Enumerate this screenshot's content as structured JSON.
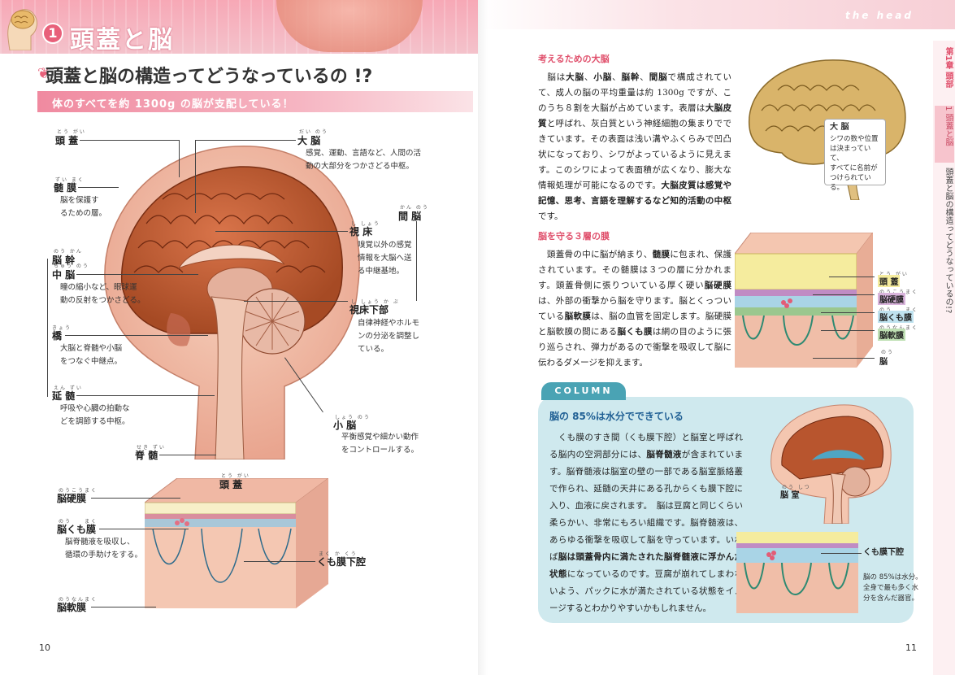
{
  "header": {
    "chapter_number": "1",
    "chapter_title": "頭蓋と脳",
    "tagline": "the head"
  },
  "left": {
    "question": "頭蓋と脳の構造ってどうなっているの !?",
    "subheading": "体のすべてを約 1300g の脳が支配している！",
    "labels": {
      "tougai": {
        "text": "頭 蓋",
        "ruby": "とう がい"
      },
      "daino": {
        "text": "大 脳",
        "ruby": "だい のう",
        "desc": [
          "感覚、運動、言語など、人間の活",
          "動の大部分をつかさどる中枢。"
        ]
      },
      "zuimaku": {
        "text": "髄 膜",
        "ruby": "ずい まく",
        "desc": [
          "脳を保護す",
          "るための層。"
        ]
      },
      "kanno": {
        "text": "間 脳",
        "ruby": "かん のう"
      },
      "shishou": {
        "text": "視 床",
        "ruby": "し しょう",
        "desc": [
          "嗅覚以外の感覚",
          "情報を大脳へ送",
          "る中継基地。"
        ]
      },
      "noukan": {
        "text": "脳 幹",
        "ruby": "のう かん"
      },
      "chuuno": {
        "text": "中 脳",
        "ruby": "ちゅう のう",
        "desc": [
          "瞳の縮小など、眼球運",
          "動の反射をつかさどる。"
        ]
      },
      "shishoukabu": {
        "text": "視床下部",
        "ruby": "し しょう か ぶ",
        "desc": [
          "自律神経やホルモ",
          "ンの分泌を調整し",
          "ている。"
        ]
      },
      "kyou": {
        "text": "橋",
        "ruby": "きょう",
        "desc": [
          "大脳と脊髄や小脳",
          "をつなぐ中継点。"
        ]
      },
      "enzui": {
        "text": "延 髄",
        "ruby": "えん ずい",
        "desc": [
          "呼吸や心臓の拍動な",
          "どを調節する中枢。"
        ]
      },
      "shouno": {
        "text": "小 脳",
        "ruby": "しょう のう",
        "desc": [
          "平衡感覚や細かい動作",
          "をコントロールする。"
        ]
      },
      "sekizui": {
        "text": "脊 髄",
        "ruby": "せき ずい"
      },
      "tougai2": {
        "text": "頭 蓋",
        "ruby": "とう がい"
      },
      "noukoumaku": {
        "text": "脳硬膜",
        "ruby": "のうこうまく"
      },
      "noukumomaku": {
        "text": "脳くも膜",
        "ruby": "のう　　まく",
        "desc": [
          "脳脊髄液を吸収し、",
          "循環の手助けをする。"
        ]
      },
      "kumomakuka": {
        "text": "くも膜下腔",
        "ruby": "まく か くう"
      },
      "nounanmaku": {
        "text": "脳軟膜",
        "ruby": "のうなんまく"
      }
    },
    "page_number": "10"
  },
  "right": {
    "sec1_title": "考えるための大脳",
    "sec1_text": [
      [
        "",
        "　脳は"
      ],
      [
        "b",
        "大脳"
      ],
      [
        "",
        "、"
      ],
      [
        "b",
        "小脳"
      ],
      [
        "",
        "、"
      ],
      [
        "b",
        "脳幹"
      ],
      [
        "",
        "、"
      ],
      [
        "b",
        "間脳"
      ],
      [
        "",
        "で構成されていて、成人の脳の平均重量は約 1300g ですが、このうち８割を大脳が占めています。表層は"
      ],
      [
        "b",
        "大脳皮質"
      ],
      [
        "",
        "と呼ばれ、灰白質という神経細胞の集まりでできています。その表面は浅い溝やふくらみで凹凸状になっており、シワがよっているように見えます。このシワによって表面積が広くなり、膨大な情報処理が可能になるのです。"
      ],
      [
        "b",
        "大脳皮質は感覚や記憶、思考、言語を理解するなど知的活動の中枢"
      ],
      [
        "",
        "です。"
      ]
    ],
    "brain_callout_title": "大 脳",
    "brain_callout_text": [
      "シワの数や位置",
      "は決まっていて、",
      "すべてに名前が",
      "つけられている。"
    ],
    "sec2_title": "脳を守る３層の膜",
    "sec2_text": [
      [
        "",
        "　頭蓋骨の中に脳が納まり、"
      ],
      [
        "b",
        "髄膜"
      ],
      [
        "",
        "に包まれ、保護されています。その髄膜は３つの層に分かれます。頭蓋骨側に張りついている厚く硬い"
      ],
      [
        "b",
        "脳硬膜"
      ],
      [
        "",
        "は、外部の衝撃から脳を守ります。脳とくっついている"
      ],
      [
        "b",
        "脳軟膜"
      ],
      [
        "",
        "は、脳の血管を固定します。脳硬膜と脳軟膜の間にある"
      ],
      [
        "b",
        "脳くも膜"
      ],
      [
        "",
        "は網の目のように張り巡らされ、弾力があるので衝撃を吸収して脳に伝わるダメージを抑えます。"
      ]
    ],
    "layer_labels": [
      "頭 蓋",
      "脳硬膜",
      "脳くも膜",
      "脳軟膜",
      "脳"
    ],
    "layer_ruby": [
      "とう がい",
      "のうこうまく",
      "のう　　まく",
      "のうなんまく",
      "のう"
    ],
    "column": {
      "tab": "COLUMN",
      "title": "脳の 85%は水分でできている",
      "text": [
        [
          "",
          "　くも膜のすき間（くも膜下腔）と脳室と呼ばれる脳内の空洞部分には、"
        ],
        [
          "b",
          "脳脊髄液"
        ],
        [
          "",
          "が含まれています。脳脊髄液は脳室の壁の一部である脳室脈絡叢で作られ、延髄の天井にある孔からくも膜下腔に入り、血液に戻されます。"
        ],
        [
          "",
          "　脳は豆腐と同じくらい柔らかい、非常にもろい組織です。脳脊髄液は、あらゆる衝撃を吸収して脳を守っています。いわば"
        ],
        [
          "b",
          "脳は頭蓋骨内に満たされた脳脊髄液に浮かんだ状態"
        ],
        [
          "",
          "になっているのです。豆腐が崩れてしまわないよう、パックに水が満たされている状態をイメージするとわかりやすいかもしれません。"
        ]
      ],
      "ventricle_label": "脳 室",
      "ventricle_ruby": "のう しつ",
      "subarachnoid_label": "くも膜下腔",
      "water_note": [
        "脳の 85%は水分。",
        "全身で最も多く水",
        "分を含んだ器官。"
      ]
    },
    "side_tab": {
      "chapter": "第1章 頭部",
      "sub_num": "1",
      "sub_title": "頭蓋と脳",
      "question": "頭蓋と脳の構造ってどうなっているの!?"
    },
    "page_number": "11"
  },
  "colors": {
    "accent_pink": "#e8607a",
    "header_pink": "#f7a8b6",
    "section_red": "#e0506c",
    "column_bg": "#cfe9ee",
    "column_tab": "#4aa3b4",
    "column_title": "#1f5f94"
  }
}
